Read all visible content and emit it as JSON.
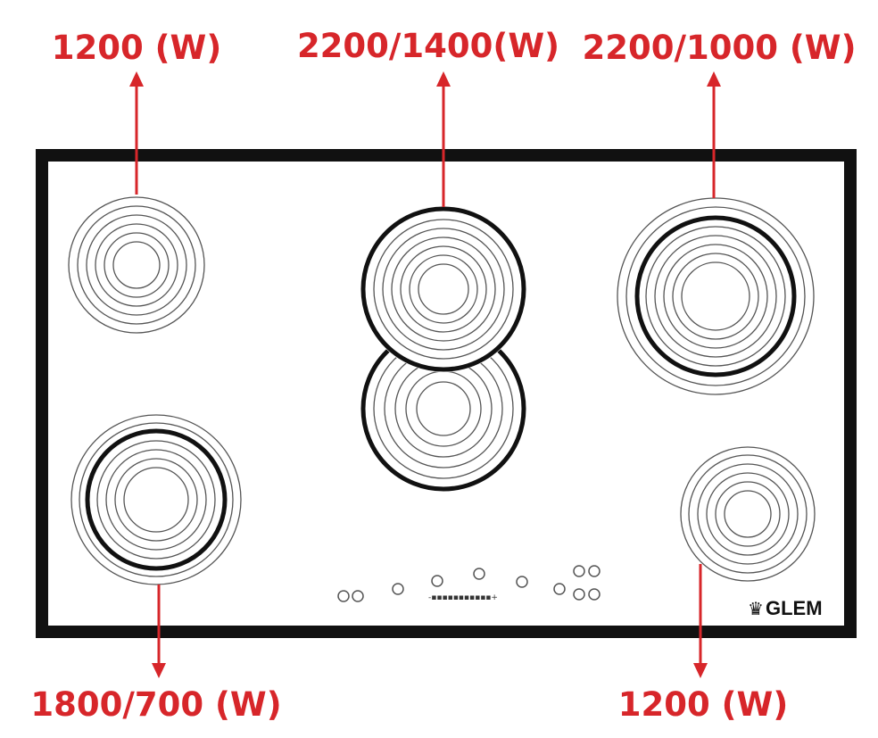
{
  "labels": {
    "top_left": "1200 (W)",
    "top_center": "2200/1400(W)",
    "top_right": "2200/1000 (W)",
    "bottom_left": "1800/700 (W)",
    "bottom_right": "1200 (W)"
  },
  "brand": "GLEM",
  "slider_text": "-▪▪▪▪▪▪▪▪▪▪▪+",
  "colors": {
    "accent": "#d7262a",
    "frame": "#111111"
  }
}
